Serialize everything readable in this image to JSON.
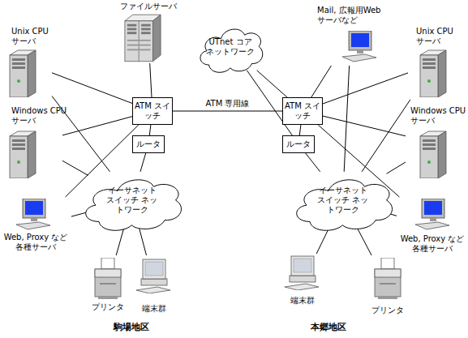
{
  "diagram": {
    "nodes": [
      {
        "text": [
          "ファイルサーバ"
        ]
      },
      {
        "text": [
          "UTnet コア ネットワーク"
        ]
      },
      {
        "text": [
          "Mail, 広報用Web サーバなど"
        ]
      },
      {
        "text": [
          "Unix CPU サーバ"
        ]
      },
      {
        "text": [
          "Unix CPU サーバ"
        ]
      },
      {
        "text": [
          "ATM スイッチ"
        ]
      },
      {
        "text": [
          "ATM スイッチ"
        ]
      },
      {
        "text": [
          "ルータ"
        ]
      },
      {
        "text": [
          "ルータ"
        ]
      },
      {
        "text": [
          "Windows CPU サーバ"
        ]
      },
      {
        "text": [
          "Windows CPU サーバ"
        ]
      },
      {
        "text": [
          "イーサネット スイッチ ネットワーク"
        ]
      },
      {
        "text": [
          "イーサネット スイッチ ネットワーク"
        ]
      },
      {
        "text": [
          "Web, Proxy など 各種サーバ"
        ]
      },
      {
        "text": [
          "Web, Proxy など 各種サーバ"
        ]
      },
      {
        "text": [
          "プリンタ"
        ]
      },
      {
        "text": [
          "端末群"
        ]
      },
      {
        "text": [
          "端末群"
        ]
      },
      {
        "text": [
          "プリンタ"
        ]
      }
    ],
    "edges": [
      {
        "from": 0,
        "to": 5,
        "arrow": "none"
      },
      {
        "from": 3,
        "to": 5,
        "arrow": "none"
      },
      {
        "from": 3,
        "to": 11,
        "arrow": "none"
      },
      {
        "from": 9,
        "to": 5,
        "arrow": "none"
      },
      {
        "from": 9,
        "to": 11,
        "arrow": "none"
      },
      {
        "from": 13,
        "to": 5,
        "arrow": "none"
      },
      {
        "from": 13,
        "to": 11,
        "arrow": "none"
      },
      {
        "from": 5,
        "to": 7,
        "arrow": "none"
      },
      {
        "from": 7,
        "to": 11,
        "arrow": "none"
      },
      {
        "from": 15,
        "to": 11,
        "arrow": "none"
      },
      {
        "from": 16,
        "to": 11,
        "arrow": "none"
      },
      {
        "from": 5,
        "to": 6,
        "label": "ATM 専用線",
        "arrow": "none"
      },
      {
        "from": 1,
        "to": 6,
        "arrow": "none"
      },
      {
        "from": 1,
        "to": 8,
        "arrow": "none"
      },
      {
        "from": 2,
        "to": 6,
        "arrow": "none"
      },
      {
        "from": 2,
        "to": 12,
        "arrow": "none"
      },
      {
        "from": 4,
        "to": 6,
        "arrow": "none"
      },
      {
        "from": 4,
        "to": 12,
        "arrow": "none"
      },
      {
        "from": 10,
        "to": 6,
        "arrow": "none"
      },
      {
        "from": 10,
        "to": 12,
        "arrow": "none"
      },
      {
        "from": 14,
        "to": 6,
        "arrow": "none"
      },
      {
        "from": 14,
        "to": 12,
        "arrow": "none"
      },
      {
        "from": 6,
        "to": 8,
        "arrow": "none"
      },
      {
        "from": 8,
        "to": 12,
        "arrow": "none"
      },
      {
        "from": 17,
        "to": 12,
        "arrow": "none"
      },
      {
        "from": 18,
        "to": 12,
        "arrow": "none"
      }
    ],
    "labels": [
      "駒場地区",
      "本郷地区"
    ]
  }
}
